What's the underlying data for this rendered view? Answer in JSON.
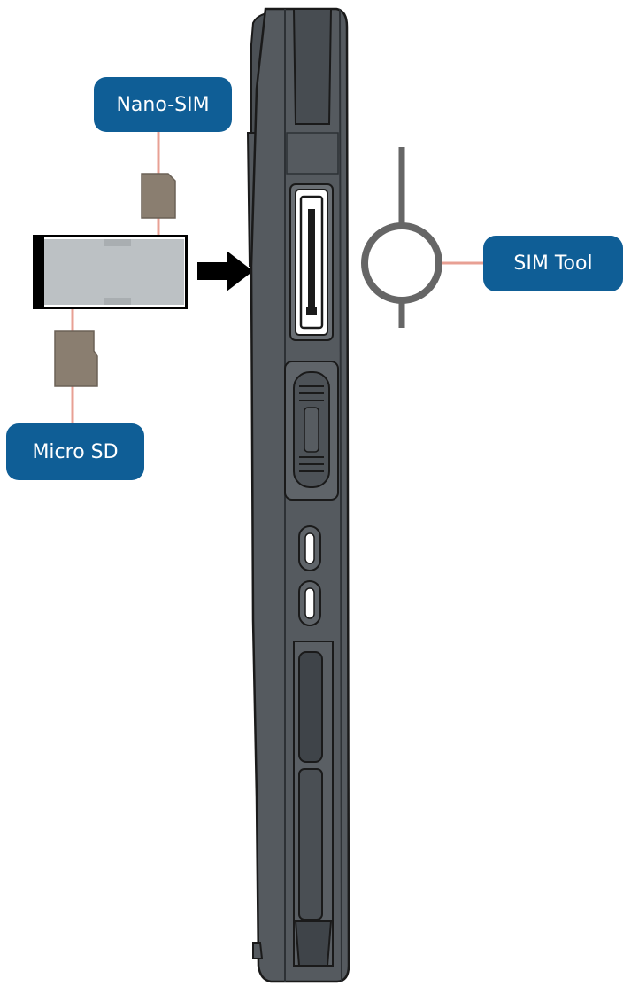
{
  "labels": {
    "nano_sim": "Nano-SIM",
    "micro_sd": "Micro SD",
    "sim_tool": "SIM Tool"
  },
  "colors": {
    "label_background": "#0f5e96",
    "label_text": "#ffffff",
    "connector_line": "#e8a094",
    "device_body": "#555a5f",
    "device_outline": "#1a1a1a",
    "card_chip": "#8a7e70",
    "sim_tool": "#666666",
    "tray": "#b9bec2"
  },
  "icons": {
    "arrow": "arrow-right-icon",
    "sim_tool": "sim-eject-tool-icon",
    "nano_sim": "nano-sim-card-icon",
    "micro_sd": "micro-sd-card-icon"
  }
}
